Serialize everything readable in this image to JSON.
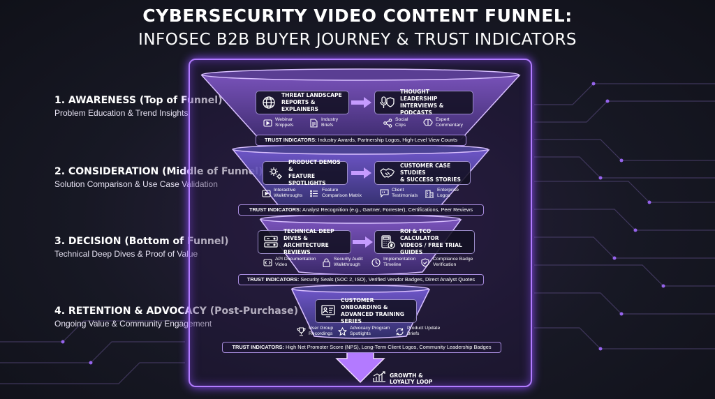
{
  "title_line1": "CYBERSECURITY VIDEO CONTENT FUNNEL:",
  "title_line2": "INFOSEC B2B BUYER JOURNEY & TRUST INDICATORS",
  "stages": [
    {
      "heading": "1. AWARENESS (Top of Funnel)",
      "subheading": "Problem Education & Trend Insights",
      "cards": [
        {
          "label": "THREAT LANDSCAPE\nREPORTS & EXPLAINERS",
          "icon": "globe-icon"
        },
        {
          "label": "THOUGHT LEADERSHIP\nINTERVIEWS & PODCASTS",
          "icon": "microphone-shield-icon"
        }
      ],
      "subitems": [
        {
          "label": "Webinar\nSnippets",
          "icon": "video-icon"
        },
        {
          "label": "Industry\nBriefs",
          "icon": "document-icon"
        },
        {
          "label": "Social\nClips",
          "icon": "share-icon"
        },
        {
          "label": "Expert\nCommentary",
          "icon": "brain-icon"
        }
      ],
      "trust_prefix": "TRUST INDICATORS:",
      "trust_text": " Industry Awards, Partnership Logos, High-Level View Counts"
    },
    {
      "heading": "2. CONSIDERATION (Middle of Funnel)",
      "subheading": "Solution Comparison & Use Case Validation",
      "cards": [
        {
          "label": "PRODUCT DEMOS &\nFEATURE SPOTLIGHTS",
          "icon": "gears-icon"
        },
        {
          "label": "CUSTOMER CASE STUDIES\n& SUCCESS STORIES",
          "icon": "handshake-icon"
        }
      ],
      "subitems": [
        {
          "label": "Interactive\nWalkthroughs",
          "icon": "play-icon"
        },
        {
          "label": "Feature\nComparison Matrix",
          "icon": "list-icon"
        },
        {
          "label": "Client\nTestimonials",
          "icon": "quote-icon"
        },
        {
          "label": "Enterprise\nLogos",
          "icon": "building-icon"
        }
      ],
      "trust_prefix": "TRUST INDICATORS:",
      "trust_text": " Analyst Recognition (e.g., Gartner, Forrester), Certifications, Peer Reviews"
    },
    {
      "heading": "3. DECISION (Bottom of Funnel)",
      "subheading": "Technical Deep Dives & Proof of Value",
      "cards": [
        {
          "label": "TECHNICAL DEEP DIVES &\nARCHITECTURE REVIEWS",
          "icon": "server-icon"
        },
        {
          "label": "ROI & TCO CALCULATOR\nVIDEOS / FREE TRIAL GUIDES",
          "icon": "calculator-icon"
        }
      ],
      "subitems": [
        {
          "label": "API Documentation\nVideo",
          "icon": "code-icon"
        },
        {
          "label": "Security Audit\nWalkthrough",
          "icon": "lock-icon"
        },
        {
          "label": "Implementation\nTimeline",
          "icon": "clock-icon"
        },
        {
          "label": "Compliance Badge\nVerification",
          "icon": "badge-check-icon"
        }
      ],
      "trust_prefix": "TRUST INDICATORS:",
      "trust_text": " Security Seals (SOC 2, ISO), Verified Vendor Badges, Direct Analyst Quotes"
    },
    {
      "heading": "4. RETENTION & ADVOCACY (Post-Purchase)",
      "subheading": "Ongoing Value & Community Engagement",
      "cards": [
        {
          "label": "CUSTOMER ONBOARDING &\nADVANCED TRAINING SERIES",
          "icon": "training-icon"
        }
      ],
      "subitems": [
        {
          "label": "User Group\nRecordings",
          "icon": "trophy-icon"
        },
        {
          "label": "Advocacy Program\nSpotlights",
          "icon": "star-icon"
        },
        {
          "label": "Product Update\nBriefs",
          "icon": "refresh-icon"
        }
      ],
      "trust_prefix": "TRUST INDICATORS:",
      "trust_text": " High Net Promoter Score (NPS), Long-Term Client Logos, Community Leadership Badges"
    }
  ],
  "growth_label": "GROWTH &\nLOYALTY LOOP",
  "colors": {
    "accent": "#a26bff",
    "glow": "#c9a4ff",
    "background": "#14151f"
  }
}
